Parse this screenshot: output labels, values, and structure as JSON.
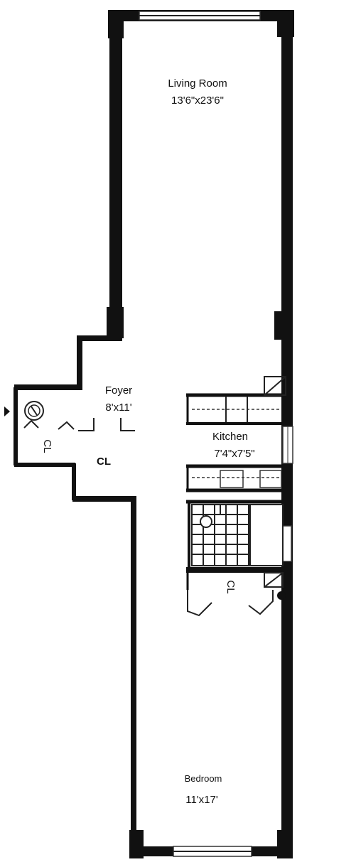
{
  "rooms": {
    "living_room": {
      "name": "Living Room",
      "size": "13'6\"x23'6\""
    },
    "foyer": {
      "name": "Foyer",
      "size": "8'x11'"
    },
    "kitchen": {
      "name": "Kitchen",
      "size": "7'4\"x7'5\""
    },
    "bedroom": {
      "name": "Bedroom",
      "size": "11'x17'"
    }
  },
  "closets": {
    "entry_closet": "CL",
    "foyer_closet": "CL",
    "bedroom_closet": "CL"
  },
  "colors": {
    "wall": "#111111",
    "background": "#ffffff"
  },
  "icons": [
    "entry-door-icon",
    "window-icon",
    "door-swing-icon"
  ]
}
